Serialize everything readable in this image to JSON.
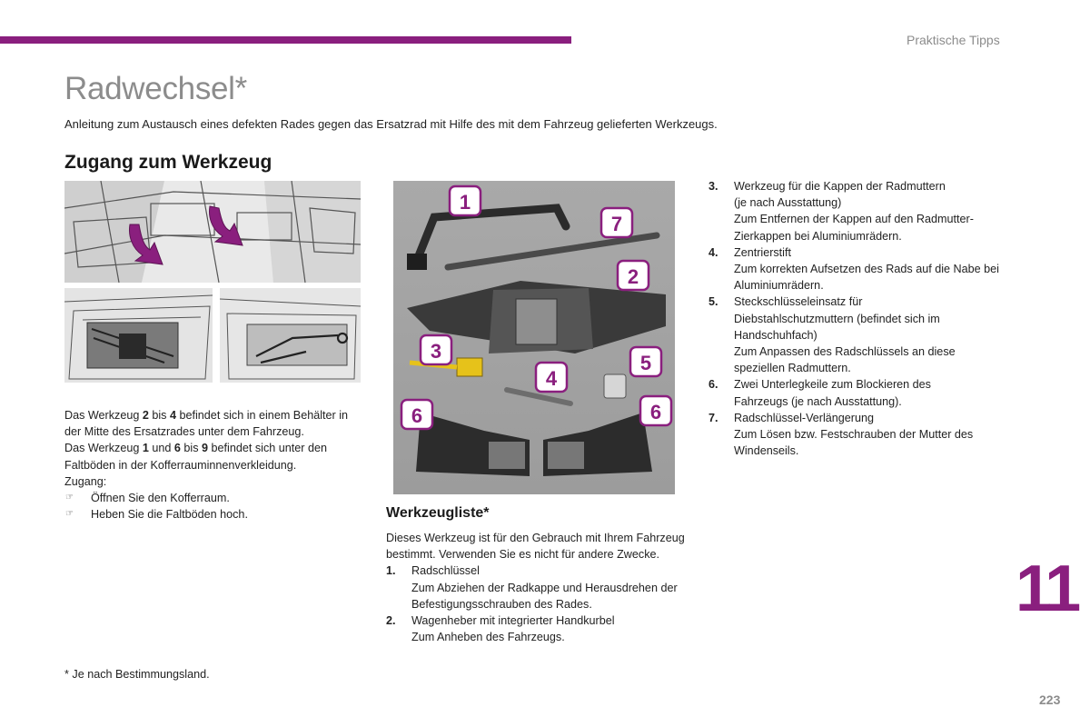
{
  "header": {
    "section_label": "Praktische Tipps",
    "accent_color": "#8a1f7e"
  },
  "title": "Radwechsel*",
  "intro": "Anleitung zum Austausch eines defekten Rades gegen das Ersatzrad mit Hilfe des mit dem Fahrzeug gelieferten Werkzeugs.",
  "access": {
    "heading": "Zugang zum Werkzeug",
    "paragraph_parts": [
      "Das Werkzeug ",
      "2",
      " bis ",
      "4",
      " befindet sich in einem Behälter in der Mitte des Ersatzrades unter dem Fahrzeug.",
      "Das Werkzeug ",
      "1",
      " und ",
      "6",
      " bis ",
      "9",
      " befindet sich unter den Faltböden in der Kofferrauminnenverkleidung."
    ],
    "access_label": "Zugang:",
    "bullet_icon": "pointing-hand-icon",
    "steps": [
      "Öffnen Sie den Kofferraum.",
      "Heben Sie die Faltböden hoch."
    ]
  },
  "tool_image": {
    "badges": [
      "1",
      "7",
      "2",
      "3",
      "4",
      "5",
      "6",
      "6"
    ]
  },
  "tools": {
    "heading": "Werkzeugliste*",
    "intro": "Dieses Werkzeug ist für den Gebrauch mit Ihrem Fahrzeug bestimmt. Verwenden Sie es nicht für andere Zwecke.",
    "items": [
      {
        "num": "1.",
        "lines": [
          "Radschlüssel",
          "Zum Abziehen der Radkappe und Herausdrehen der Befestigungsschrauben des Rades."
        ]
      },
      {
        "num": "2.",
        "lines": [
          "Wagenheber mit integrierter Handkurbel",
          "Zum Anheben des Fahrzeugs."
        ]
      },
      {
        "num": "3.",
        "lines": [
          "Werkzeug für die Kappen der Radmuttern",
          "(je nach Ausstattung)",
          "Zum Entfernen der Kappen auf den Radmutter-Zierkappen bei Aluminiumrädern."
        ]
      },
      {
        "num": "4.",
        "lines": [
          "Zentrierstift",
          "Zum korrekten Aufsetzen des Rads auf die Nabe bei Aluminiumrädern."
        ]
      },
      {
        "num": "5.",
        "lines": [
          "Steckschlüsseleinsatz für Diebstahlschutzmuttern (befindet sich im Handschuhfach)",
          "Zum Anpassen des Radschlüssels an diese speziellen Radmuttern."
        ]
      },
      {
        "num": "6.",
        "lines": [
          "Zwei Unterlegkeile zum Blockieren des Fahrzeugs (je nach Ausstattung)."
        ]
      },
      {
        "num": "7.",
        "lines": [
          "Radschlüssel-Verlängerung",
          "Zum Lösen bzw. Festschrauben der Mutter des Windenseils."
        ]
      }
    ]
  },
  "chapter": "11",
  "footnote": "* Je nach Bestimmungsland.",
  "page_number": "223"
}
